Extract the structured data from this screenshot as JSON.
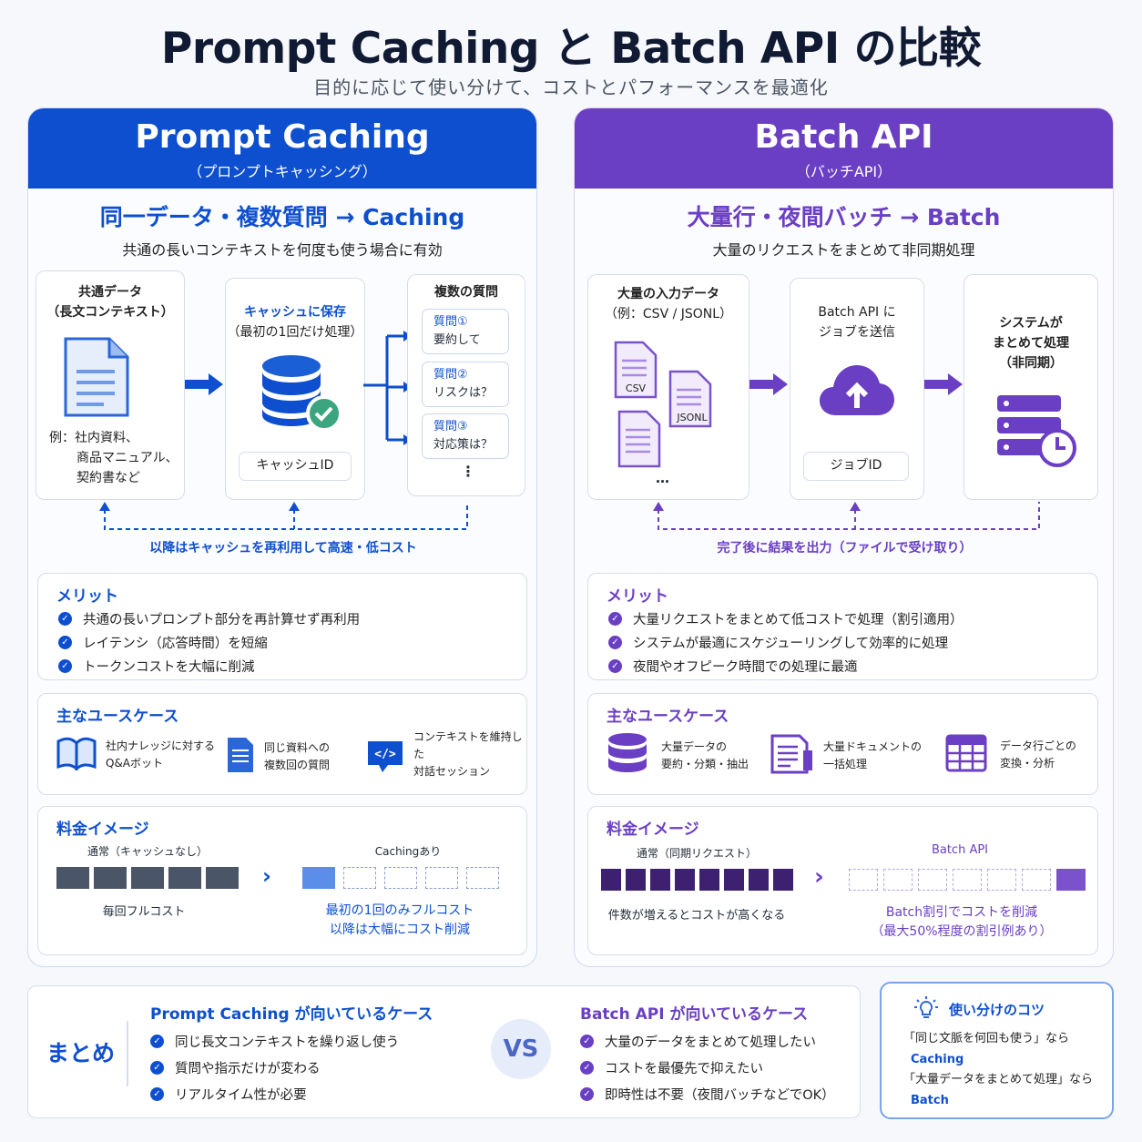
{
  "header": {
    "title": "Prompt Caching と Batch API の比較",
    "subtitle": "目的に応じて使い分けて、コストとパフォーマンスを最適化"
  },
  "caching": {
    "title": "Prompt Caching",
    "subtitle": "（プロンプトキャッシング）",
    "tagline": "同一データ・複数質問 → Caching",
    "tagline_sub": "共通の長いコンテキストを何度も使う場合に有効",
    "flow": {
      "common_title": "共通データ",
      "common_sub": "（長文コンテキスト）",
      "examples": [
        "例：社内資料、",
        "商品マニュアル、",
        "契約書など"
      ],
      "save_title": "キャッシュに保存",
      "save_sub": "（最初の1回だけ処理）",
      "cache_id": "キャッシュID",
      "questions_title": "複数の質問",
      "questions": [
        {
          "h": "質問①",
          "t": "要約して"
        },
        {
          "h": "質問②",
          "t": "リスクは？"
        },
        {
          "h": "質問③",
          "t": "対応策は？"
        }
      ],
      "more": "⋮",
      "reuse_note": "以降はキャッシュを再利用して高速・低コスト"
    },
    "merits_title": "メリット",
    "merits": [
      "共通の長いプロンプト部分を再計算せず再利用",
      "レイテンシ（応答時間）を短縮",
      "トークンコストを大幅に削減"
    ],
    "usecases_title": "主なユースケース",
    "usecases": [
      {
        "icon": "book-icon",
        "l1": "社内ナレッジに対する",
        "l2": "Q&Aボット"
      },
      {
        "icon": "document-icon",
        "l1": "同じ資料への",
        "l2": "複数回の質問"
      },
      {
        "icon": "code-chat-icon",
        "l1": "コンテキストを維持した",
        "l2": "対話セッション"
      }
    ],
    "pricing_title": "料金イメージ",
    "pricing": {
      "left_label": "通常（キャッシュなし）",
      "left_caption": "毎回フルコスト",
      "right_label": "Cachingあり",
      "right_caption1": "最初の1回のみフルコスト",
      "right_caption2": "以降は大幅にコスト削減",
      "normal_units": 5,
      "cached_full_units": 1,
      "cached_reduced_units": 4
    }
  },
  "batch": {
    "title": "Batch API",
    "subtitle": "（バッチAPI）",
    "tagline": "大量行・夜間バッチ → Batch",
    "tagline_sub": "大量のリクエストをまとめて非同期処理",
    "flow": {
      "input_title": "大量の入力データ",
      "input_sub": "（例：CSV / JSONL）",
      "file1": "CSV",
      "file2": "JSONL",
      "more": "…",
      "send_title1": "Batch API に",
      "send_title2": "ジョブを送信",
      "job_id": "ジョブID",
      "system_title1": "システムが",
      "system_title2": "まとめて処理",
      "system_title3": "（非同期）",
      "result_note": "完了後に結果を出力（ファイルで受け取り）"
    },
    "merits_title": "メリット",
    "merits": [
      "大量リクエストをまとめて低コストで処理（割引適用）",
      "システムが最適にスケジューリングして効率的に処理",
      "夜間やオフピーク時間での処理に最適"
    ],
    "usecases_title": "主なユースケース",
    "usecases": [
      {
        "icon": "database-icon",
        "l1": "大量データの",
        "l2": "要約・分類・抽出"
      },
      {
        "icon": "document-list-icon",
        "l1": "大量ドキュメントの",
        "l2": "一括処理"
      },
      {
        "icon": "table-icon",
        "l1": "データ行ごとの",
        "l2": "変換・分析"
      }
    ],
    "pricing_title": "料金イメージ",
    "pricing": {
      "left_label": "通常（同期リクエスト）",
      "left_caption": "件数が増えるとコストが高くなる",
      "right_label": "Batch API",
      "right_caption1": "Batch割引でコストを削減",
      "right_caption2": "（最大50%程度の割引例あり）",
      "normal_units": 8,
      "batch_empty_units": 6,
      "batch_filled_units": 1
    }
  },
  "summary": {
    "label": "まとめ",
    "vs": "VS",
    "caching_title": "Prompt Caching が向いているケース",
    "caching_items": [
      "同じ長文コンテキストを繰り返し使う",
      "質問や指示だけが変わる",
      "リアルタイム性が必要"
    ],
    "batch_title": "Batch API が向いているケース",
    "batch_items": [
      "大量のデータをまとめて処理したい",
      "コストを最優先で抑えたい",
      "即時性は不要（夜間バッチなどでOK）"
    ]
  },
  "tips": {
    "title": "使い分けのコツ",
    "l1": "「同じ文脈を何回も使う」なら",
    "l1b": "Caching",
    "l2": "「大量データをまとめて処理」なら",
    "l2b": "Batch"
  },
  "colors": {
    "blue": "#0d4fcf",
    "purple": "#6a3fc4",
    "navy": "#111a33"
  }
}
